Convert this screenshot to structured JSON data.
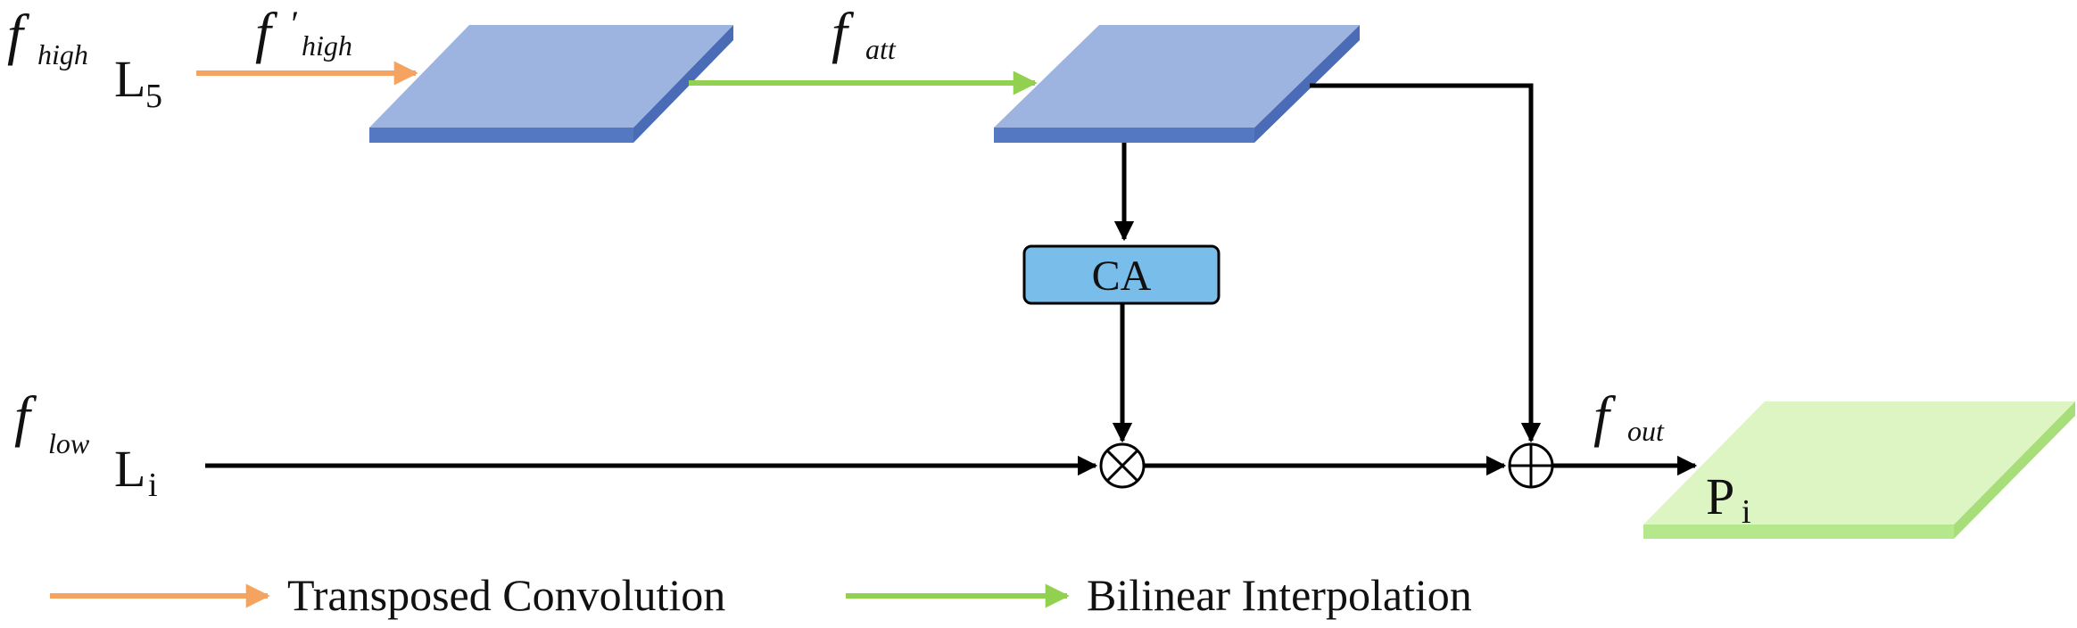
{
  "diagram": {
    "inputs": {
      "high": {
        "feature": "f",
        "feature_sub": "high",
        "layer": "L",
        "layer_sub": "5"
      },
      "low": {
        "feature": "f",
        "feature_sub": "low",
        "layer": "L",
        "layer_sub": "i"
      }
    },
    "edges": {
      "transposed": {
        "feature": "f",
        "prime": "′",
        "feature_sub": "high"
      },
      "attention": {
        "feature": "f",
        "feature_sub": "att"
      },
      "output": {
        "feature": "f",
        "feature_sub": "out"
      }
    },
    "modules": {
      "ca": {
        "label": "CA"
      }
    },
    "operators": {
      "multiply": "⊗",
      "add": "⊕"
    },
    "output": {
      "label": "P",
      "label_sub": "i"
    },
    "legend": {
      "transposed_convolution": "Transposed Convolution",
      "bilinear_interpolation": "Bilinear Interpolation"
    },
    "colors": {
      "orange_arrow": "#F4A460",
      "green_arrow": "#92D050",
      "blue_plane_top": "#9DB3E0",
      "blue_plane_side": "#5578C2",
      "green_plane_top": "#DDF5C2",
      "green_plane_side": "#B5E88C",
      "ca_fill": "#79BDEB",
      "line": "#000000"
    }
  }
}
